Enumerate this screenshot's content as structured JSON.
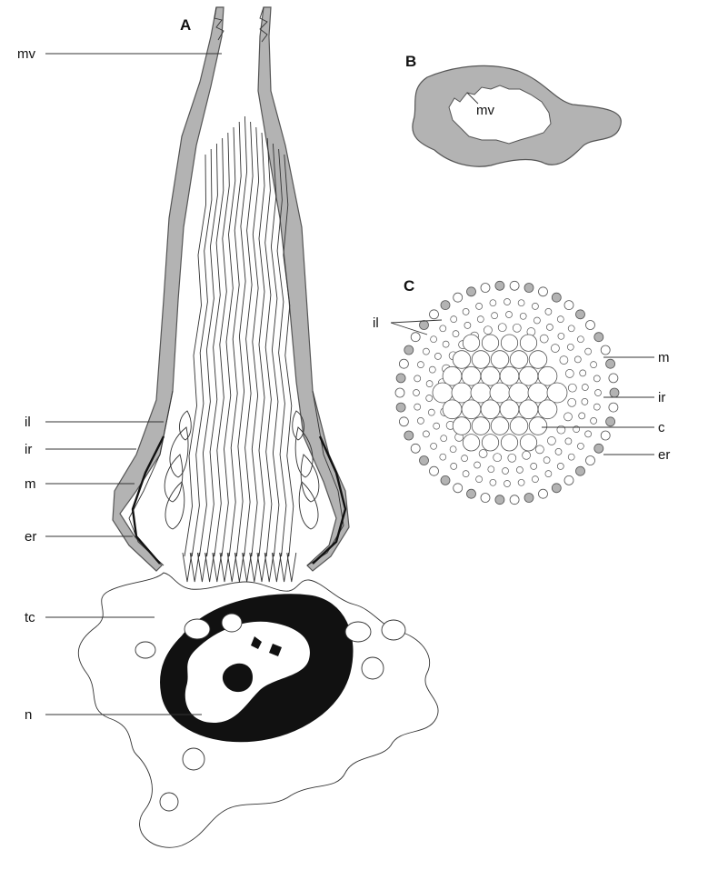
{
  "panels": {
    "a": "A",
    "b": "B",
    "c": "C"
  },
  "labels_a": {
    "mv": "mv",
    "il": "il",
    "ir": "ir",
    "m": "m",
    "er": "er",
    "tc": "tc",
    "n": "n"
  },
  "labels_b": {
    "mv": "mv"
  },
  "labels_c": {
    "il": "il",
    "m": "m",
    "ir": "ir",
    "c": "c",
    "er": "er"
  },
  "colors": {
    "wall": "#b3b3b3",
    "nucleus": "#111111",
    "outline": "#333333"
  }
}
